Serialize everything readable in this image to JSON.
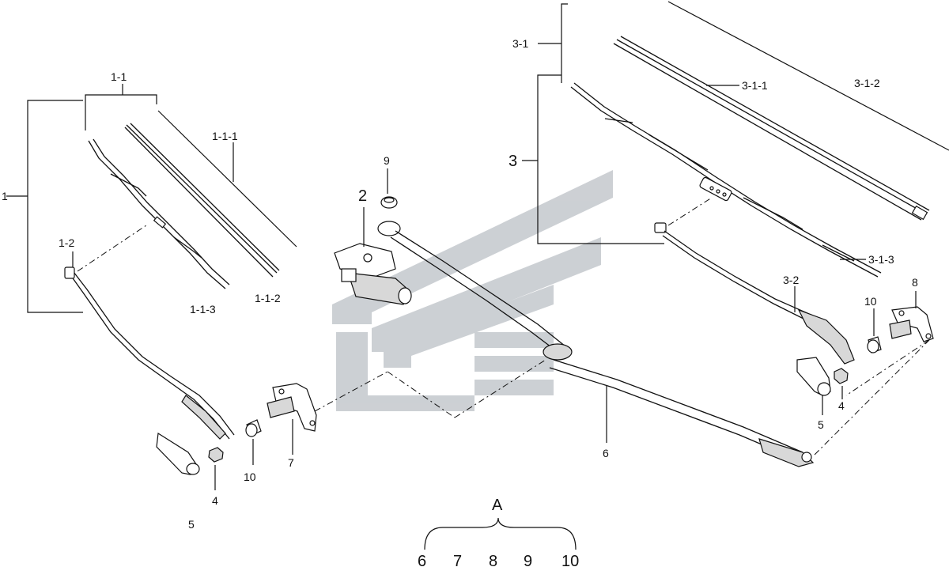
{
  "labels": {
    "p1": "1",
    "p1_1": "1-1",
    "p1_1_1": "1-1-1",
    "p1_1_2": "1-1-2",
    "p1_1_3": "1-1-3",
    "p1_2": "1-2",
    "p2": "2",
    "p3": "3",
    "p3_1": "3-1",
    "p3_1_1": "3-1-1",
    "p3_1_2": "3-1-2",
    "p3_1_3": "3-1-3",
    "p3_2": "3-2",
    "p4_left": "4",
    "p4_right": "4",
    "p5_left": "5",
    "p5_right": "5",
    "p6": "6",
    "p7": "7",
    "p8": "8",
    "p9": "9",
    "p10_left": "10",
    "p10_right": "10"
  },
  "group": {
    "title": "A",
    "members": [
      "6",
      "7",
      "8",
      "9",
      "10"
    ]
  },
  "colors": {
    "line": "#111111",
    "watermark": "#b9bec4"
  }
}
